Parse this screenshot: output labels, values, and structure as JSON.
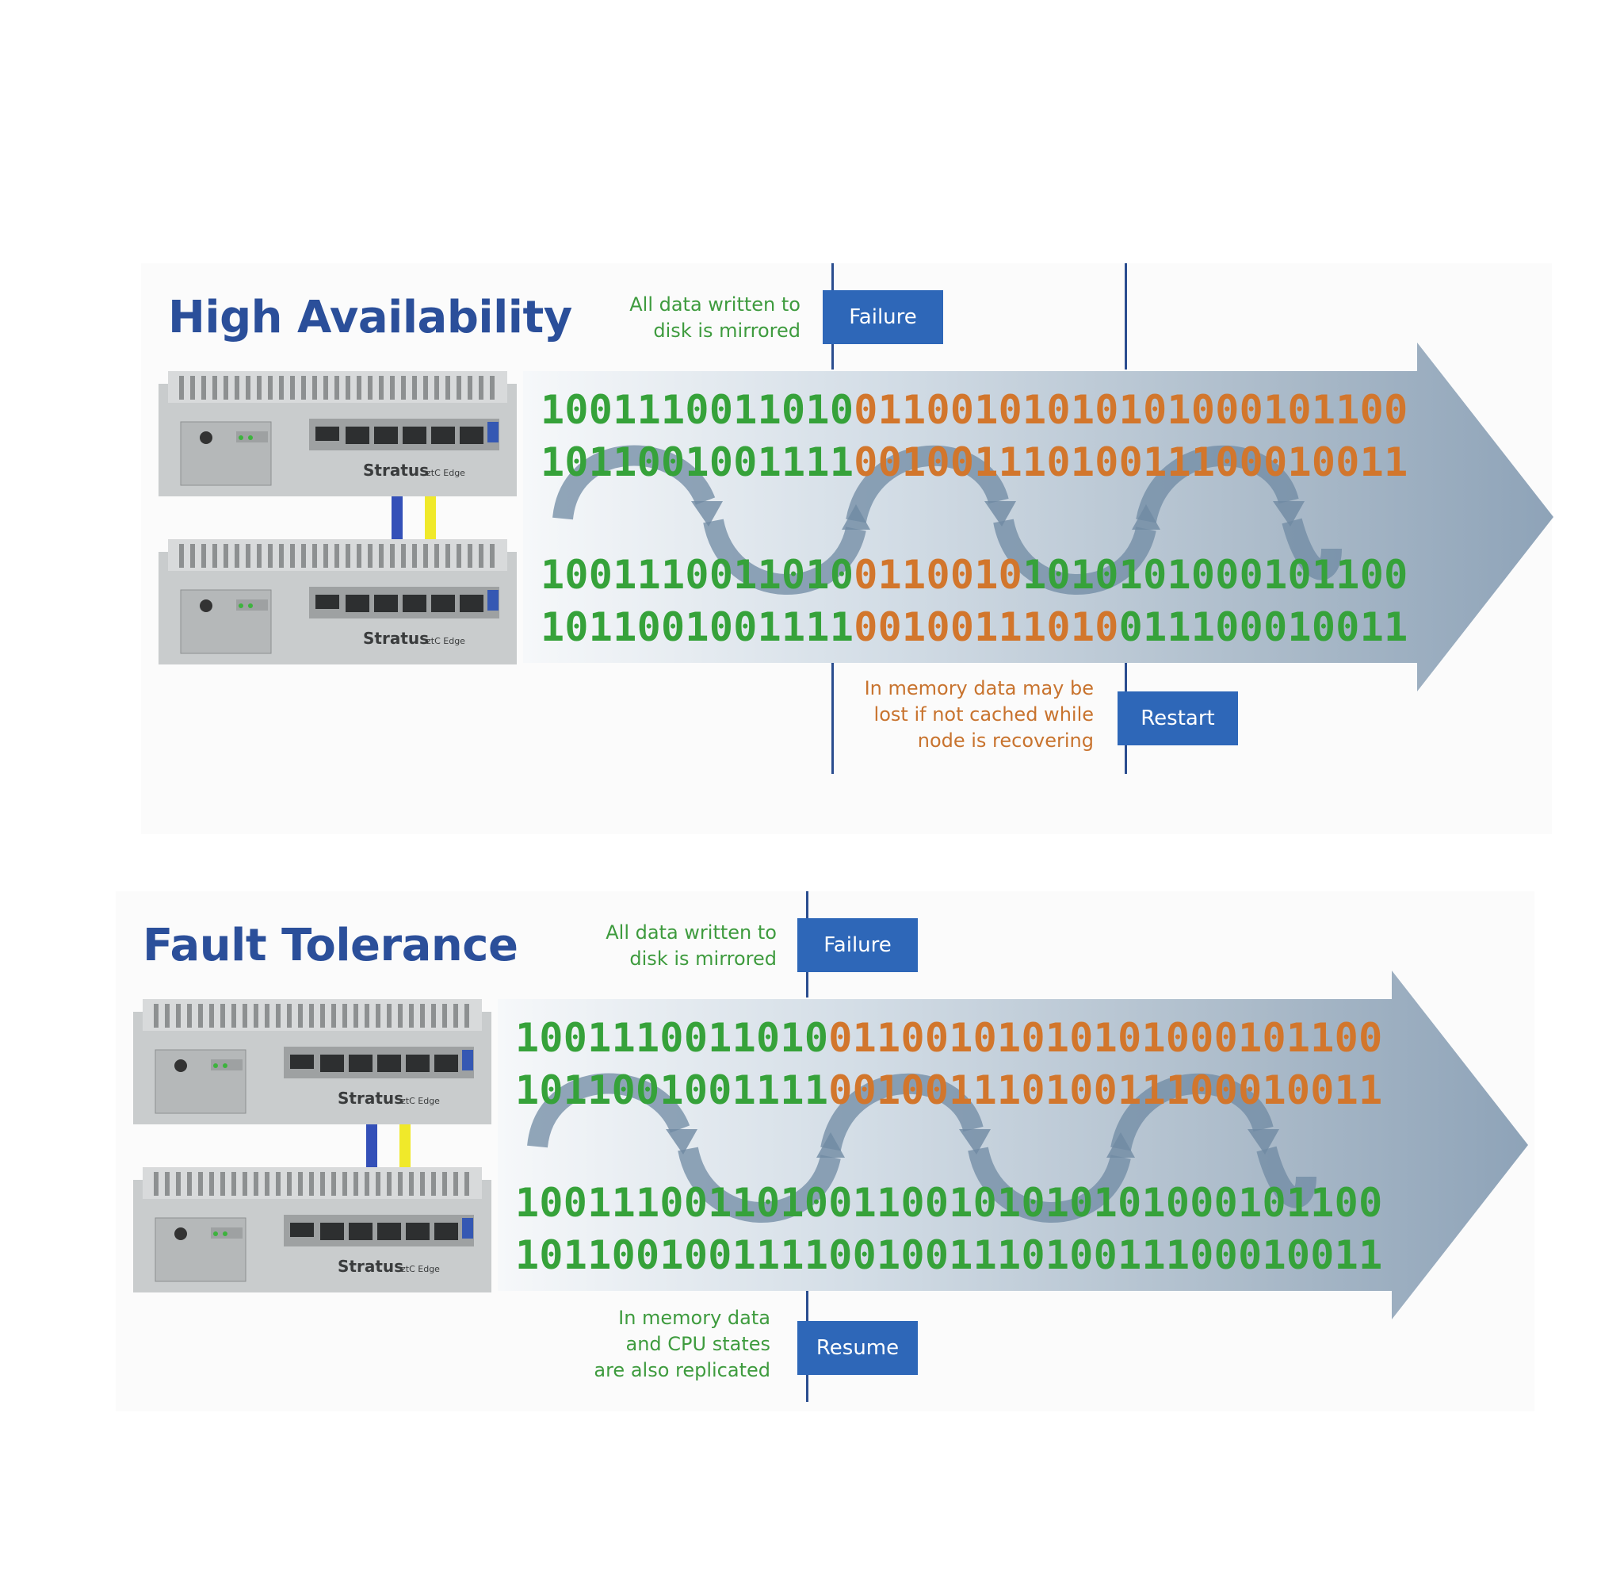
{
  "colors": {
    "title": "#2b4f9a",
    "box": "#2e67b8",
    "green": "#36a23a",
    "orange": "#d2762c",
    "arrow": "#8ea3b8",
    "cable_blue": "#3450b8",
    "cable_yellow": "#f0e92a"
  },
  "device": {
    "brand": "Stratus",
    "model": "ztC Edge"
  },
  "ha": {
    "title": "High Availability",
    "note_top": [
      "All data written to",
      "disk is mirrored"
    ],
    "failure_label": "Failure",
    "note_bottom": [
      "In memory data may be",
      "lost if not cached while",
      "node is recovering"
    ],
    "restart_label": "Restart",
    "rows": [
      {
        "a": "1001110011010",
        "b": "01100101010101000101100",
        "b_color": "orange"
      },
      {
        "a": "1011001001111",
        "b": "00100111010011100010011",
        "b_color": "orange"
      },
      {
        "a": "1001110011010",
        "b": "0110010",
        "c": "1010101000101100",
        "b_color": "orange"
      },
      {
        "a": "1011001001111",
        "b": "00100111010",
        "c": "011100010011",
        "b_color": "orange"
      }
    ]
  },
  "ft": {
    "title": "Fault Tolerance",
    "note_top": [
      "All data written to",
      "disk is mirrored"
    ],
    "failure_label": "Failure",
    "note_bottom": [
      "In memory data",
      "and CPU states",
      "are also replicated"
    ],
    "resume_label": "Resume",
    "rows": [
      {
        "a": "1001110011010",
        "b": "01100101010101000101100",
        "b_color": "orange"
      },
      {
        "a": "1011001001111",
        "b": "00100111010011100010011",
        "b_color": "orange"
      },
      {
        "a": "1001110011010",
        "b": "01100101010101000101100",
        "b_color": "green"
      },
      {
        "a": "1011001001111",
        "b": "00100111010011100010011",
        "b_color": "green"
      }
    ]
  }
}
